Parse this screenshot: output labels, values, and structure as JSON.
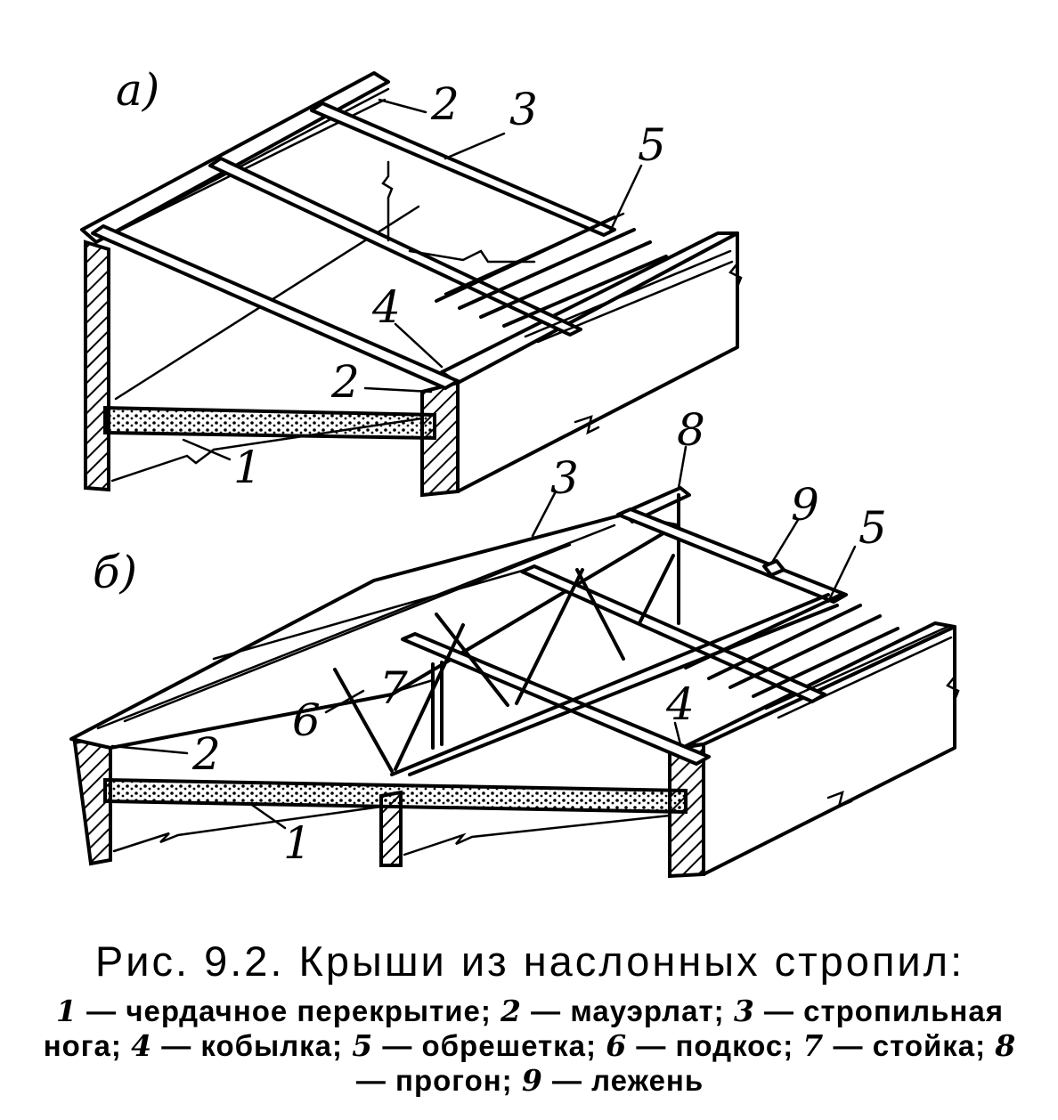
{
  "figure": {
    "panel_a_label": "а)",
    "panel_b_label": "б)",
    "callouts_a": [
      "2",
      "3",
      "5",
      "4",
      "2",
      "1"
    ],
    "callouts_b": [
      "8",
      "3",
      "9",
      "5",
      "7",
      "6",
      "4",
      "2",
      "1"
    ]
  },
  "caption": {
    "title": "Рис. 9.2. Крыши из наслонных стропил:",
    "legend": [
      {
        "num": "1",
        "text": "чердачное перекрытие;"
      },
      {
        "num": "2",
        "text": "мауэрлат;"
      },
      {
        "num": "3",
        "text": "стропильная нога;"
      },
      {
        "num": "4",
        "text": "кобылка;"
      },
      {
        "num": "5",
        "text": "обрешетка;"
      },
      {
        "num": "6",
        "text": "подкос;"
      },
      {
        "num": "7",
        "text": "стойка;"
      },
      {
        "num": "8",
        "text": "прогон;"
      },
      {
        "num": "9",
        "text": "лежень"
      }
    ]
  }
}
